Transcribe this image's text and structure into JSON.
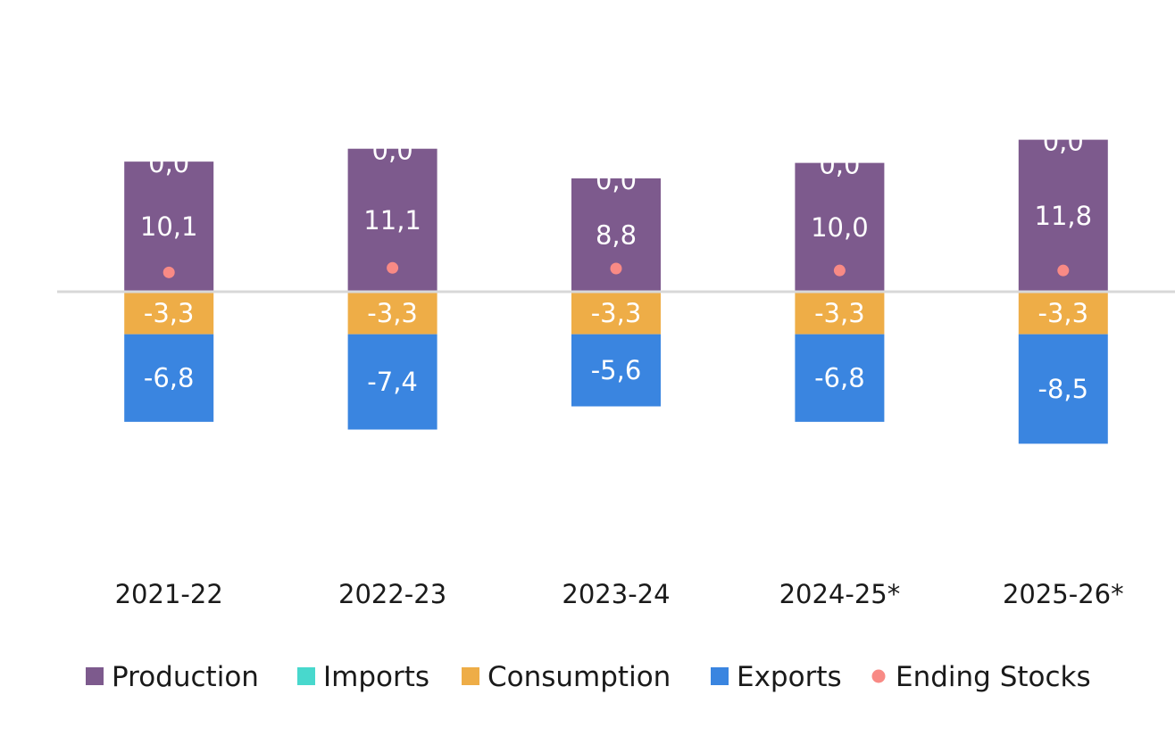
{
  "chart_data": {
    "type": "bar",
    "stacked": true,
    "categories": [
      "2021-22",
      "2022-23",
      "2023-24",
      "2024-25*",
      "2025-26*"
    ],
    "series": [
      {
        "name": "Production",
        "color": "#7d5a8d",
        "values": [
          10.1,
          11.1,
          8.8,
          10.0,
          11.8
        ],
        "labels": [
          "10,1",
          "11,1",
          "8,8",
          "10,0",
          "11,8"
        ],
        "top_labels": [
          "0,0",
          "0,0",
          "0,0",
          "0,0",
          "0,0"
        ]
      },
      {
        "name": "Imports",
        "color": "#48d8cd",
        "values": [
          0.0,
          0.0,
          0.0,
          0.0,
          0.0
        ]
      },
      {
        "name": "Consumption",
        "color": "#eead47",
        "values": [
          -3.3,
          -3.3,
          -3.3,
          -3.3,
          -3.3
        ],
        "labels": [
          "-3,3",
          "-3,3",
          "-3,3",
          "-3,3",
          "-3,3"
        ]
      },
      {
        "name": "Exports",
        "color": "#3a85e0",
        "values": [
          -6.8,
          -7.4,
          -5.6,
          -6.8,
          -8.5
        ],
        "labels": [
          "-6,8",
          "-7,4",
          "-5,6",
          "-6,8",
          "-8,5"
        ]
      }
    ],
    "markers": {
      "name": "Ending Stocks",
      "color": "#f88a85",
      "values": [
        1.5,
        1.85,
        1.8,
        1.65,
        1.65
      ]
    },
    "title": "",
    "xlabel": "",
    "ylabel": "",
    "ylim": [
      -20,
      22.5
    ],
    "grid": false,
    "zero_line_color": "#d8d8d8",
    "legend_position": "bottom"
  }
}
